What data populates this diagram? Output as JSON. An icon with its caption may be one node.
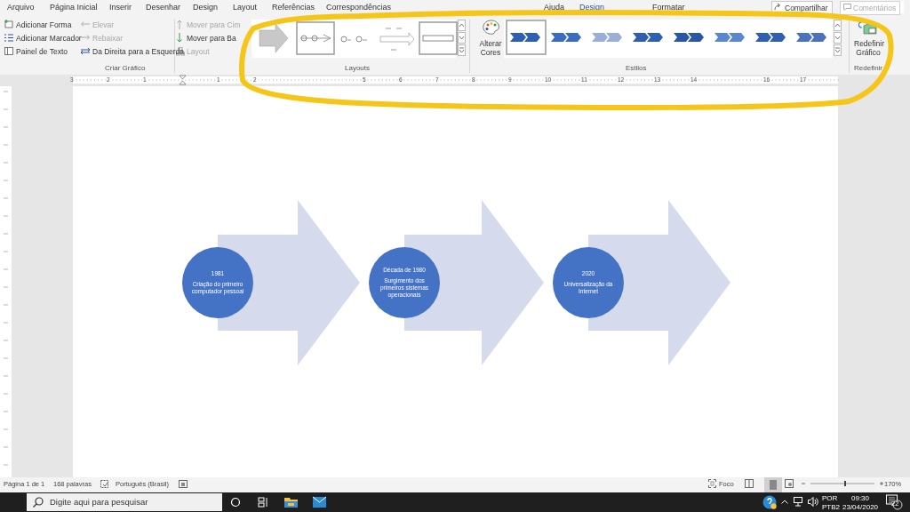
{
  "diagram": {
    "nodes": [
      {
        "text": [
          "1981",
          "Criação do primeiro computador pessoal"
        ]
      },
      {
        "text": [
          "Década de 1980",
          "Surgimento dos primeiros sistemas operacionais"
        ]
      },
      {
        "text": [
          "2020",
          "Universalização da Internet"
        ]
      }
    ],
    "edges": [
      {
        "from": 0,
        "to": 1,
        "arrow": "to"
      },
      {
        "from": 1,
        "to": 2,
        "arrow": "to"
      },
      {
        "from": 2,
        "to": null,
        "arrow": "to"
      }
    ],
    "labels": [
      "Arquivo",
      "Página Inicial",
      "Inserir",
      "Desenhar",
      "Design",
      "Layout",
      "Referências",
      "Correspondências",
      "Ajuda",
      "Design",
      "Formatar",
      "Compartilhar",
      "Comentários",
      "Adicionar Forma",
      "Elevar",
      "Mover para Cim",
      "Adicionar Marcador",
      "Rebaixar",
      "Mover para Ba",
      "Painel de Texto",
      "Da Direita para a Esquerda",
      "Layout",
      "Criar Gráfico",
      "Layouts",
      "Alterar Cores",
      "Estilos",
      "Redefinir Gráfico",
      "Redefinir",
      "3",
      "2",
      "1",
      "1",
      "2",
      "5",
      "6",
      "7",
      "8",
      "9",
      "10",
      "11",
      "12",
      "13",
      "14",
      "16",
      "17",
      "Página 1 de 1",
      "168 palavras",
      "Português (Brasil)",
      "Foco",
      "170%",
      "Digite aqui para pesquisar",
      "POR",
      "PTB2",
      "09:30",
      "23/04/2020",
      "22"
    ]
  }
}
